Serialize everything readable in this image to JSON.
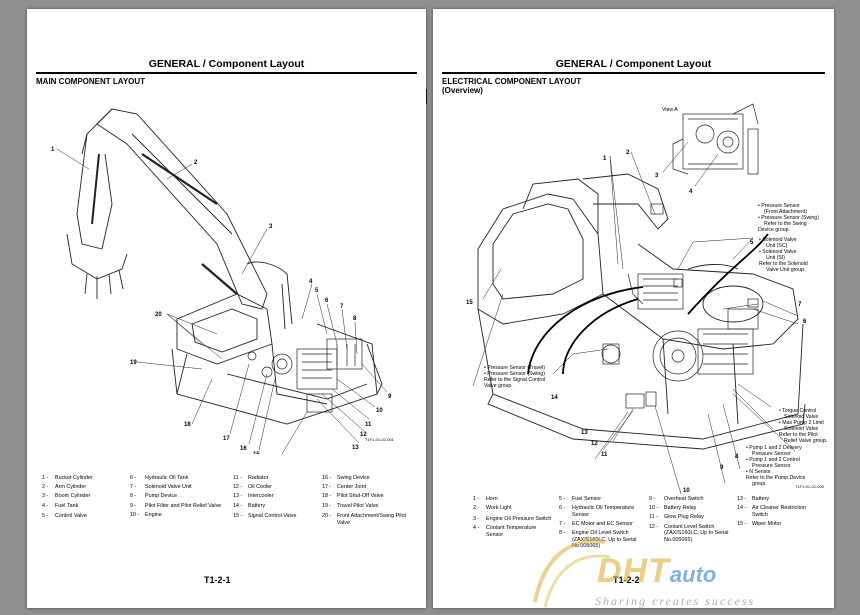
{
  "left_page": {
    "header": "GENERAL / Component Layout",
    "section_title": "MAIN COMPONENT LAYOUT",
    "figure_id": "T1F1-01-02-001",
    "callouts": [
      "1",
      "2",
      "3",
      "4",
      "5",
      "6",
      "7",
      "8",
      "9",
      "10",
      "11",
      "12",
      "13",
      "14",
      "15",
      "16",
      "17",
      "18",
      "19",
      "20"
    ],
    "legend": [
      [
        {
          "num": "1 -",
          "label": "Bucket Cylinder"
        },
        {
          "num": "2 -",
          "label": "Arm Cylinder"
        },
        {
          "num": "3 -",
          "label": "Boom Cylinder"
        },
        {
          "num": "4 -",
          "label": "Fuel Tank"
        },
        {
          "num": "5 -",
          "label": "Control Valve"
        }
      ],
      [
        {
          "num": "6 -",
          "label": "Hydraulic Oil Tank"
        },
        {
          "num": "7 -",
          "label": "Solenoid Valve Unit"
        },
        {
          "num": "8 -",
          "label": "Pump Device"
        },
        {
          "num": "9 -",
          "label": "Pilot Filter and Pilot Relief Valve"
        },
        {
          "num": "10 -",
          "label": "Engine"
        }
      ],
      [
        {
          "num": "11 -",
          "label": "Radiator"
        },
        {
          "num": "12 -",
          "label": "Oil Cooler"
        },
        {
          "num": "13 -",
          "label": "Intercooler"
        },
        {
          "num": "14 -",
          "label": "Battery"
        },
        {
          "num": "15 -",
          "label": "Signal Control Valve"
        }
      ],
      [
        {
          "num": "16 -",
          "label": "Swing Device"
        },
        {
          "num": "17 -",
          "label": "Center Joint"
        },
        {
          "num": "18 -",
          "label": "Pilot Shut-Off Valve"
        },
        {
          "num": "19 -",
          "label": "Travel Pilot Valve"
        },
        {
          "num": "20 -",
          "label": "Front Attachment/Swing Pilot Valve"
        }
      ]
    ],
    "page_number": "T1-2-1"
  },
  "right_page": {
    "header": "GENERAL / Component Layout",
    "section_title_line1": "ELECTRICAL COMPONENT LAYOUT",
    "section_title_line2": "(Overview)",
    "view_label": "View A",
    "figure_id": "T1F1-01-02-005",
    "callouts": [
      "1",
      "2",
      "3",
      "4",
      "5",
      "6",
      "7",
      "8",
      "9",
      "10",
      "11",
      "12",
      "13",
      "14",
      "15"
    ],
    "annotations": {
      "pressure_front": [
        "• Pressure Sensor",
        "(Front Attachment)",
        "• Pressure Sensor (Swing)",
        "Refer to the Swing",
        "Device group."
      ],
      "solenoid": [
        "• Solenoid Valve",
        "Unit (SC)",
        "• Solenoid Valve",
        "Unit (SI)",
        "Refer to the Solenoid",
        "Valve Unit group."
      ],
      "pressure_travel": [
        "• Pressure Sensor (Travel)",
        "• Pressure Sensor (Swing)",
        "Refer to the Signal Control",
        "Valve group."
      ],
      "torque": [
        "• Torque Control",
        "Solenoid Valve",
        "• Max Pump 2 Limit",
        "Solenoid Valve",
        "Refer to the Pilot",
        "Relief Valve group."
      ],
      "pump": [
        "• Pump 1 and 2 Delivery",
        "Pressure Sensor",
        "• Pump 1 and 2 Control",
        "Pressure Sensor",
        "• N Sensor",
        "Refer to the Pump Device",
        "group."
      ]
    },
    "legend": [
      [
        {
          "num": "1 -",
          "label": "Horn"
        },
        {
          "num": "2 -",
          "label": "Work Light"
        },
        {
          "num": "3 -",
          "label": "Engine Oil Pressure Switch"
        },
        {
          "num": "4 -",
          "label": "Coolant Temperature Sensor"
        }
      ],
      [
        {
          "num": "5 -",
          "label": "Fuel Sensor"
        },
        {
          "num": "6 -",
          "label": "Hydraulic Oil Temperature Sensor"
        },
        {
          "num": "7 -",
          "label": "EC Motor and EC Sensor"
        },
        {
          "num": "8 -",
          "label": "Engine Oil Level Switch (ZAXIS160LC; Up to Serial No.005065)"
        }
      ],
      [
        {
          "num": "9 -",
          "label": "Overheat Switch"
        },
        {
          "num": "10 -",
          "label": "Battery Relay"
        },
        {
          "num": "11 -",
          "label": "Glow Plug Relay"
        },
        {
          "num": "12 -",
          "label": "Coolant Level Switch (ZAXIS160LC; Up to Serial No.005065)"
        }
      ],
      [
        {
          "num": "13 -",
          "label": "Battery"
        },
        {
          "num": "14 -",
          "label": "Air Cleaner Restriction Switch"
        },
        {
          "num": "15 -",
          "label": "Wiper Motor"
        }
      ]
    ],
    "page_number": "T1-2-2"
  },
  "watermark": {
    "brand_main": "DHT",
    "brand_accent": "auto",
    "slogan": "Sharing creates success"
  }
}
